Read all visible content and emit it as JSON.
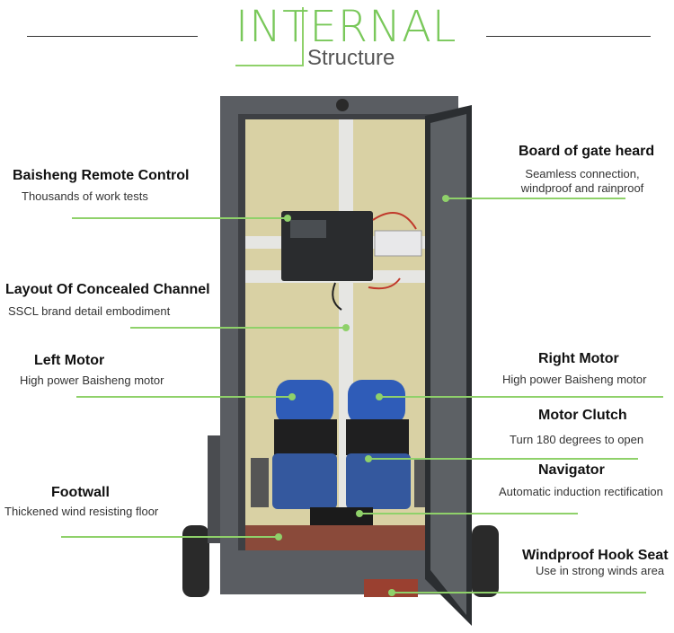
{
  "header": {
    "title_main": "INTERNAL",
    "title_sub": "Structure"
  },
  "callouts": [
    {
      "label": "Baisheng Remote Control",
      "desc": "Thousands of work tests"
    },
    {
      "label": "Layout Of Concealed Channel",
      "desc": "SSCL brand detail embodiment"
    },
    {
      "label": "Left Motor",
      "desc": "High power Baisheng motor"
    },
    {
      "label": "Footwall",
      "desc": "Thickened wind resisting floor"
    },
    {
      "label": "Board of gate heard",
      "desc": "Seamless connection, windproof and rainproof"
    },
    {
      "label": "Right Motor",
      "desc": "High power Baisheng motor"
    },
    {
      "label": "Motor Clutch",
      "desc": "Turn 180 degrees to open"
    },
    {
      "label": "Navigator",
      "desc": "Automatic induction rectification"
    },
    {
      "label": "Windproof Hook Seat",
      "desc": "Use in strong winds area"
    }
  ],
  "colors": {
    "accent": "#8fd16a",
    "cabinet": "#5a5d62",
    "motor": "#2f5cb8",
    "backboard": "#d9d1a4"
  }
}
